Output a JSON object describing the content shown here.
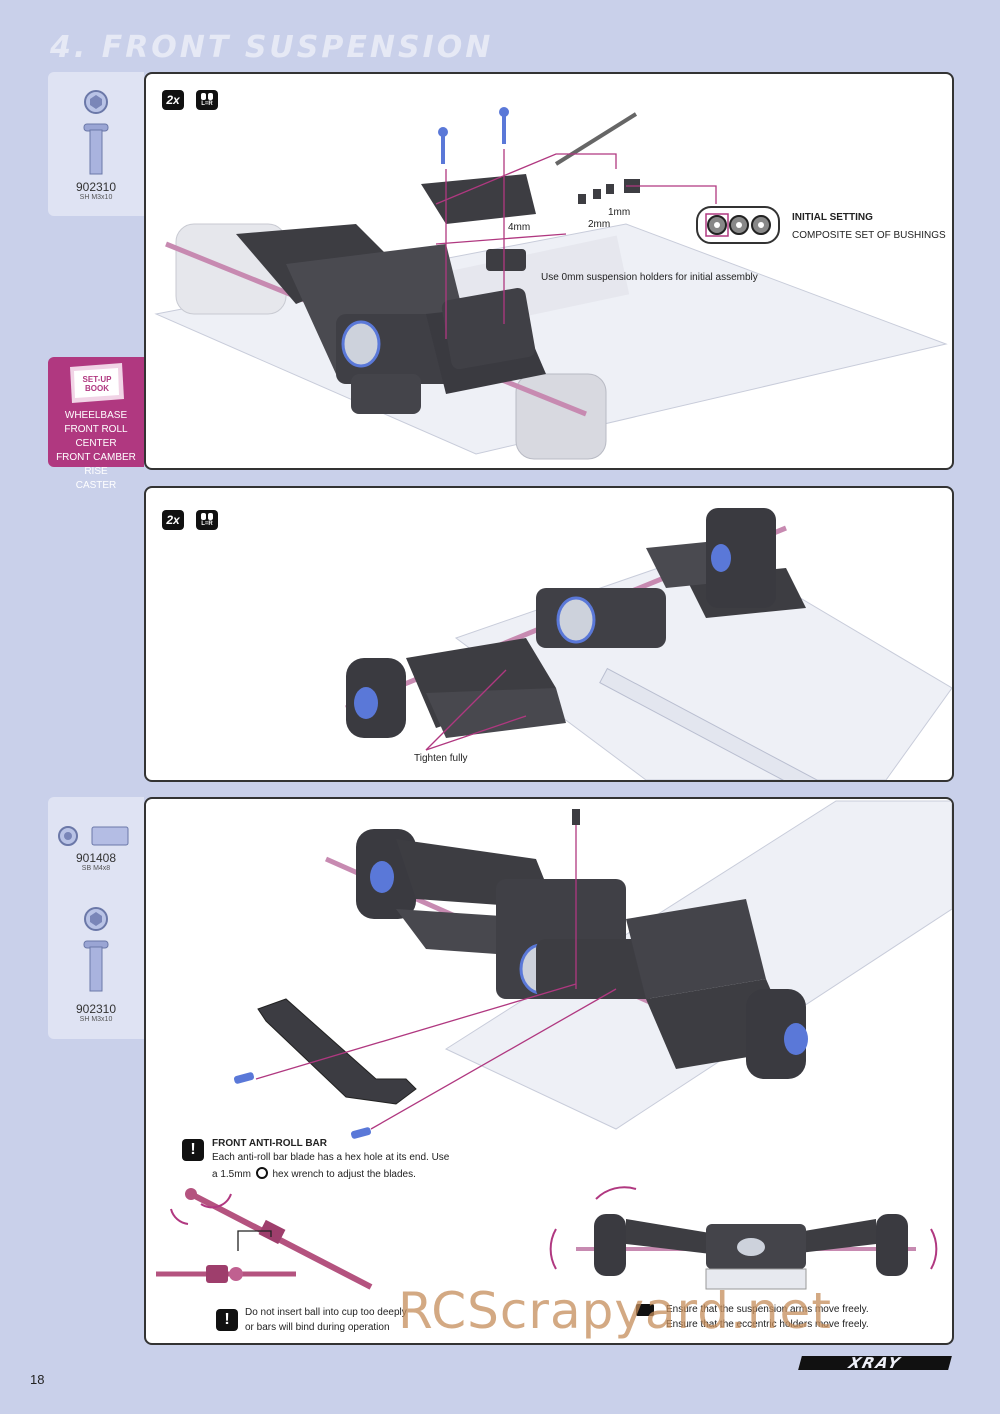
{
  "page": {
    "section_title": "4. FRONT SUSPENSION",
    "page_number": "18",
    "brand": "XRAY",
    "watermark": "RCScrapyard.net"
  },
  "tabs": [
    {
      "part_no": "902310",
      "part_size": "SH M3x10"
    },
    {
      "part_no": "901408",
      "part_size": "SB M4x8"
    },
    {
      "part_no": "902310",
      "part_size": "SH M3x10"
    }
  ],
  "setup_book": {
    "logo_text": "SET-UP BOOK",
    "items": [
      "WHEELBASE",
      "FRONT ROLL CENTER",
      "FRONT CAMBER RISE",
      "CASTER"
    ]
  },
  "step1": {
    "badge_count": "2x",
    "badge_lr": "L=R",
    "shim_4mm": "4mm",
    "shim_2mm": "2mm",
    "shim_1mm": "1mm",
    "initial_setting": "INITIAL SETTING",
    "composite_set": "COMPOSITE SET OF BUSHINGS",
    "note": "Use 0mm suspension holders for initial assembly"
  },
  "step2": {
    "badge_count": "2x",
    "badge_lr": "L=R",
    "note": "Tighten fully"
  },
  "step3": {
    "arb_title": "FRONT ANTI-ROLL BAR",
    "arb_line1": "Each anti-roll bar blade has a hex hole at its end. Use",
    "arb_line2": "a 1.5mm",
    "arb_line2b": "hex wrench to adjust the blades.",
    "ball_line1": "Do not insert ball into cup too deeply",
    "ball_line2": "or bars will bind during operation",
    "check_line1": "Ensure that the suspension arms move freely.",
    "check_line2": "Ensure that the eccentric holders move freely."
  },
  "colors": {
    "background": "#c9d0ea",
    "accent": "#b03880",
    "part_dark": "#3d3d42",
    "part_blue": "#5a78d8"
  }
}
